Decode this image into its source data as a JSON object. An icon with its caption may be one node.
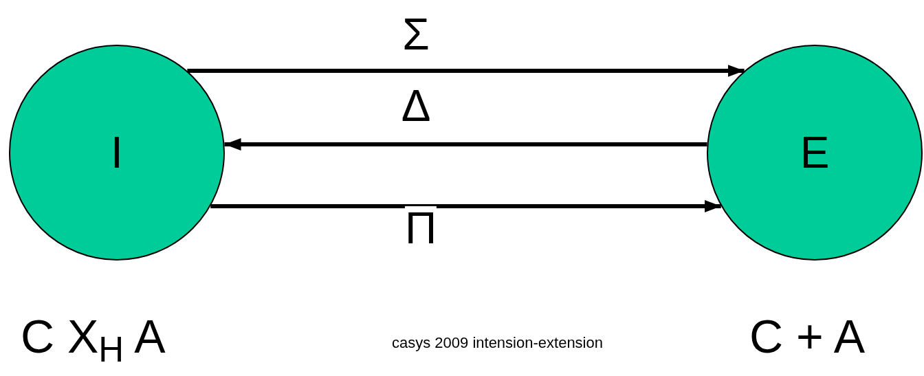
{
  "diagram": {
    "nodes": [
      {
        "text": [
          "I"
        ]
      },
      {
        "text": [
          "E"
        ]
      }
    ],
    "edges": [
      {
        "from": 0,
        "to": 1,
        "arrow": "to",
        "label": "Σ"
      },
      {
        "from": 1,
        "to": 0,
        "arrow": "to",
        "label": "Δ"
      },
      {
        "from": 0,
        "to": 1,
        "arrow": "to",
        "label": "Π"
      }
    ],
    "labels": [
      "C X$_{H}$ A",
      "casys 2009 intension-extension",
      "C + A"
    ]
  }
}
